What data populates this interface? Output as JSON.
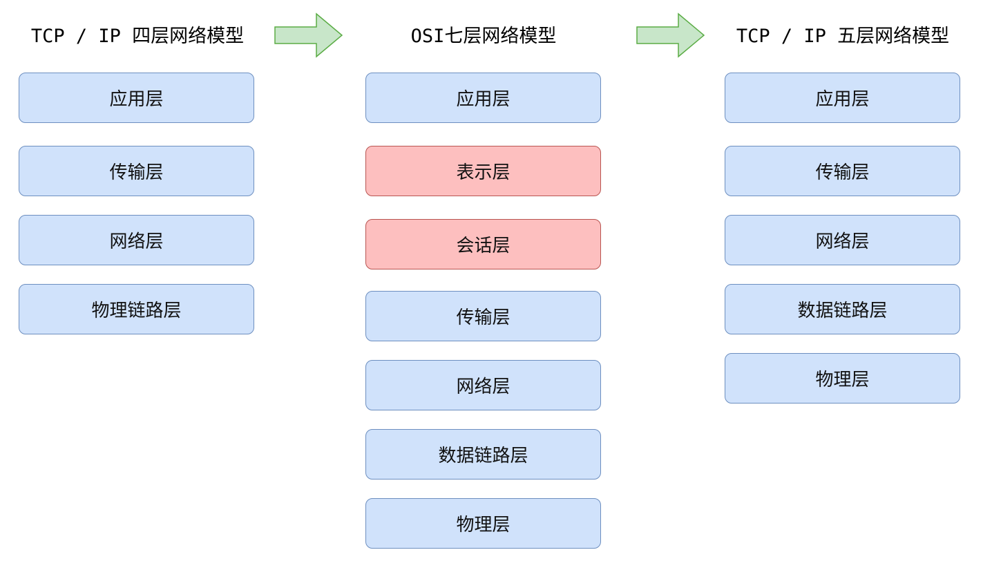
{
  "titles": {
    "tcp4": "TCP / IP 四层网络模型",
    "osi7": "OSI七层网络模型",
    "tcp5": "TCP / IP 五层网络模型"
  },
  "tcp4_layers": [
    "应用层",
    "传输层",
    "网络层",
    "物理链路层"
  ],
  "osi7_layers": [
    "应用层",
    "表示层",
    "会话层",
    "传输层",
    "网络层",
    "数据链路层",
    "物理层"
  ],
  "tcp5_layers": [
    "应用层",
    "传输层",
    "网络层",
    "数据链路层",
    "物理层"
  ],
  "colors": {
    "default_fill": "#d0e2fb",
    "default_stroke": "#6c8ebf",
    "highlight_fill": "#fdbfbf",
    "highlight_stroke": "#b85450",
    "arrow_fill": "#c8e6c9",
    "arrow_stroke": "#5aac44"
  }
}
